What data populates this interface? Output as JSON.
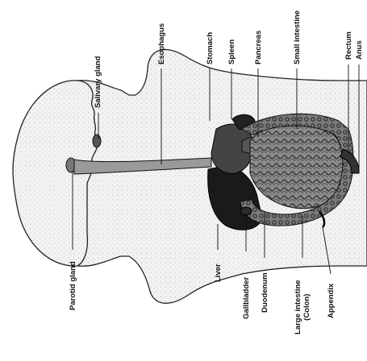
{
  "labels": {
    "salivary_gland": "Salivary gland",
    "esophagus": "Esophagus",
    "stomach": "Stomach",
    "spleen": "Spleen",
    "pancreas": "Pancreas",
    "small_intestine": "Small intestine",
    "rectum": "Rectum",
    "anus": "Anus",
    "parotid_gland": "Parotid gland",
    "liver": "Liver",
    "gallbladder": "Gallbladder",
    "duodenum": "Duodenum",
    "large_intestine_line1": "Large intestine",
    "large_intestine_line2": "(Colon)",
    "appendix": "Appendix"
  },
  "colors": {
    "ink": "#111111",
    "organ_dark": "#1a1a1a",
    "organ_mid": "#6a6a6a",
    "body_fill": "#ececec",
    "background": "#ffffff"
  }
}
